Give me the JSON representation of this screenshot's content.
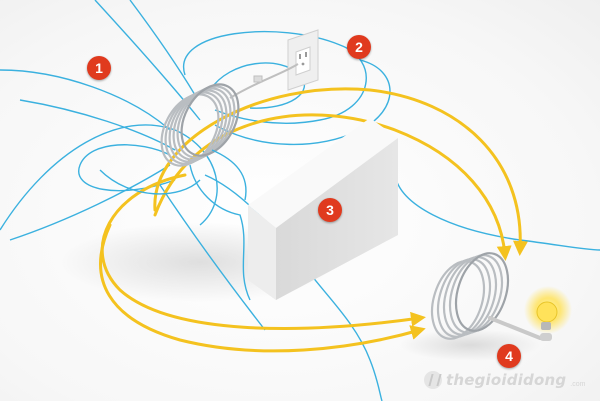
{
  "labels": {
    "marker_1": "1",
    "marker_2": "2",
    "marker_3": "3",
    "marker_4": "4"
  },
  "watermark": {
    "brand": "thegioididong",
    "domain": ".com"
  },
  "colors": {
    "marker_fill": "#e03a1e",
    "field_line": "#3bb1df",
    "energy_arrow": "#f4c21f",
    "coil": "#bfc3c7",
    "wall": "#eeeeee",
    "bulb_glow": "#ffe25a"
  },
  "icons": {
    "outlet": "wall-outlet-icon",
    "transmit_coil": "transmitter-coil-icon",
    "receive_coil": "receiver-coil-icon",
    "bulb": "light-bulb-icon"
  }
}
